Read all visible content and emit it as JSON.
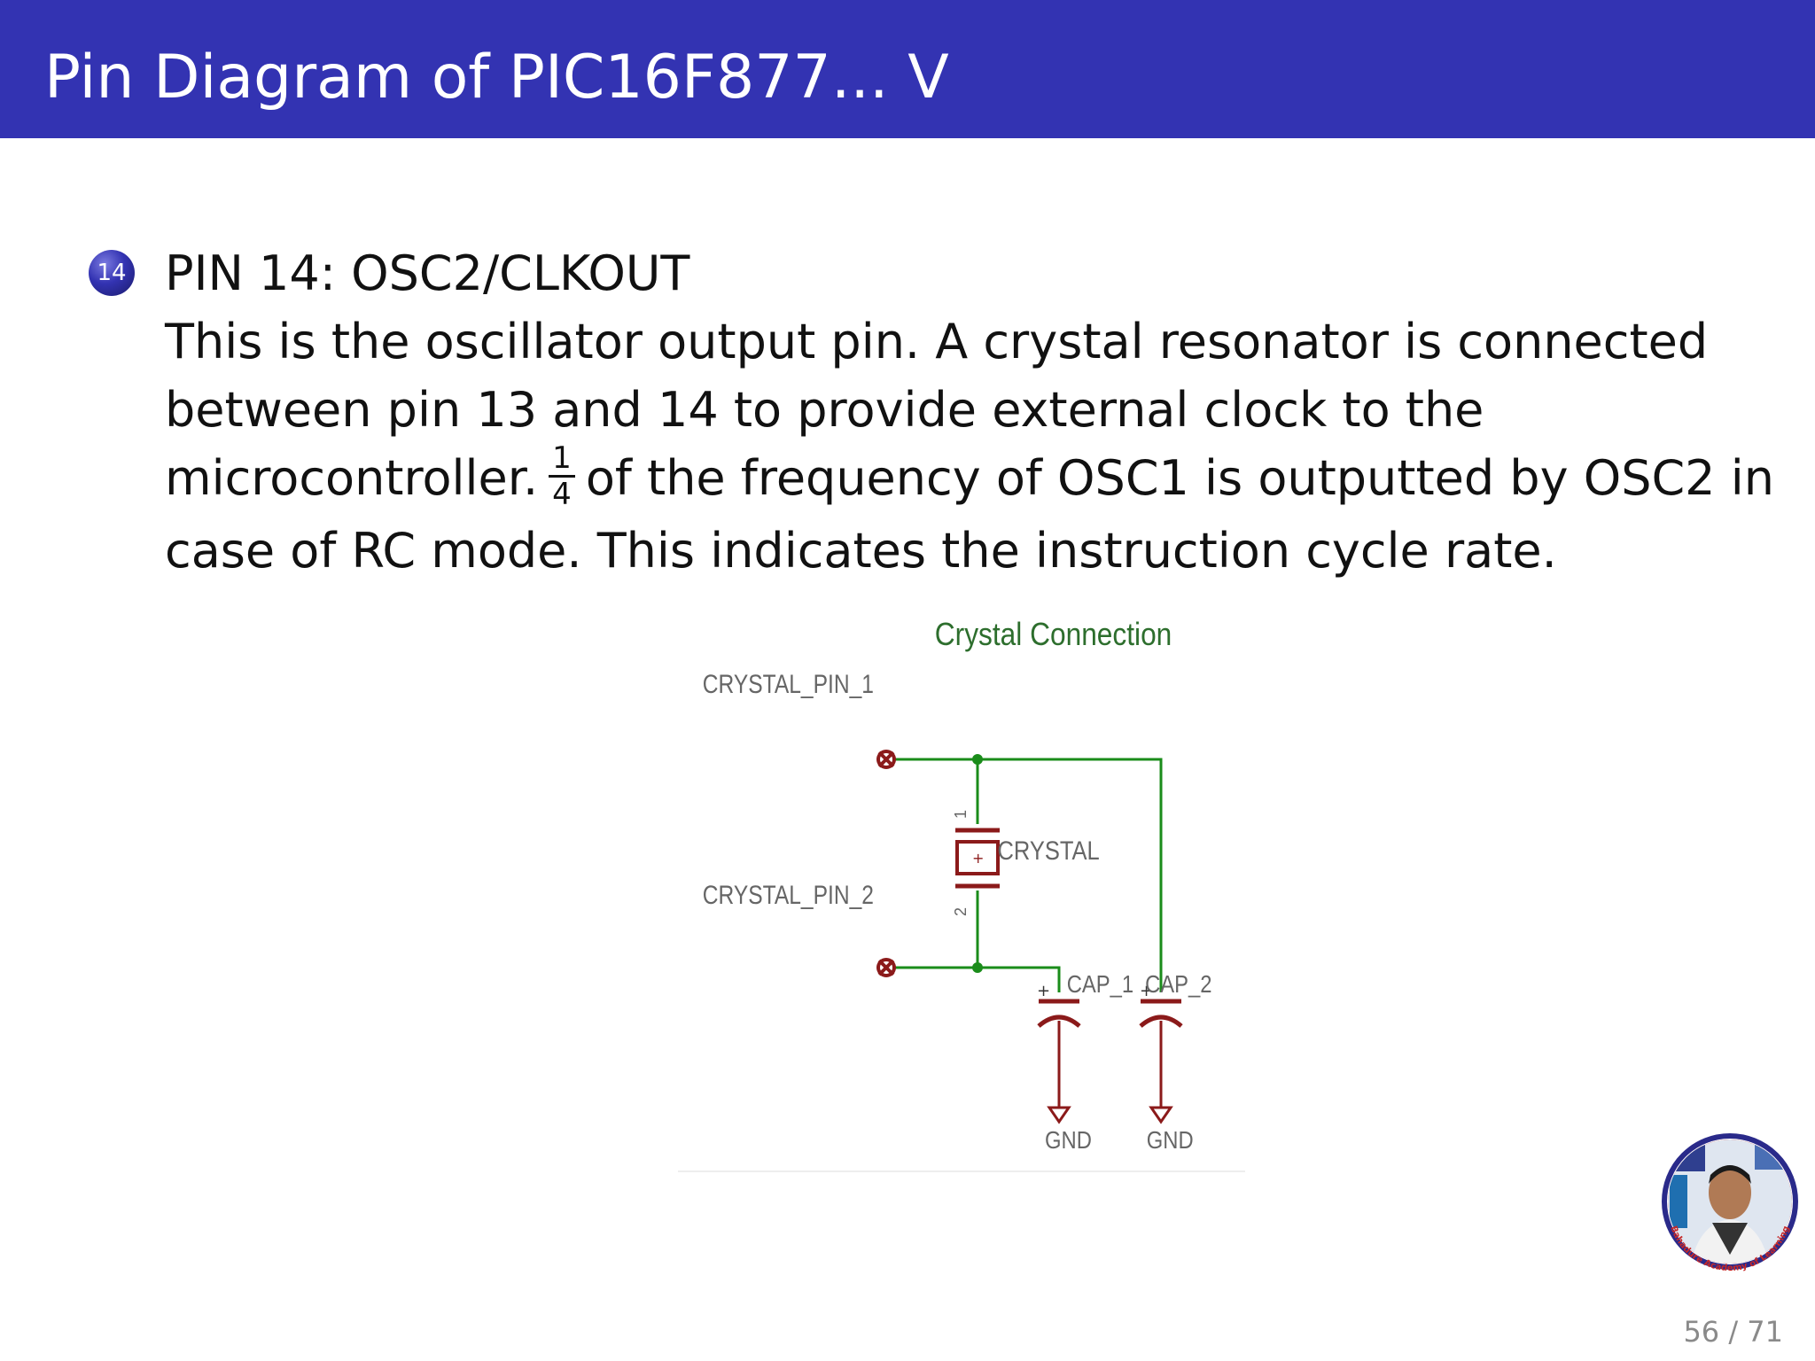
{
  "slide": {
    "title": "Pin Diagram of PIC16F877... V",
    "bullet_number": "14",
    "heading": "PIN 14: OSC2/CLKOUT",
    "line1": "This is the oscillator output pin. A crystal resonator is connected",
    "line2": "between pin 13 and 14 to provide external clock to the",
    "line3_before": "microcontroller.",
    "fraction_numerator": "1",
    "fraction_denominator": "4",
    "line3_after": "of the frequency of OSC1 is outputted by OSC2 in",
    "line4": "case of RC mode. This indicates the instruction cycle rate.",
    "page_number": "56 / 71"
  },
  "circuit": {
    "title": "Crystal Connection",
    "pin1_label": "CRYSTAL_PIN_1",
    "pin2_label": "CRYSTAL_PIN_2",
    "crystal_label": "CRYSTAL",
    "crystal_pin_top": "1",
    "crystal_pin_bottom": "2",
    "cap1_label": "CAP_1",
    "cap2_label": "CAP_2",
    "gnd1_label": "GND",
    "gnd2_label": "GND",
    "wire_color": "#1a8c1a",
    "component_color": "#8b1a1a",
    "label_color": "#666666",
    "title_color": "#2d6e2d"
  },
  "logo": {
    "arc_text": "Bahadure Academy of Learning"
  },
  "colors": {
    "title_bar": "#3333b2",
    "page_number": "#8a8a8a"
  }
}
